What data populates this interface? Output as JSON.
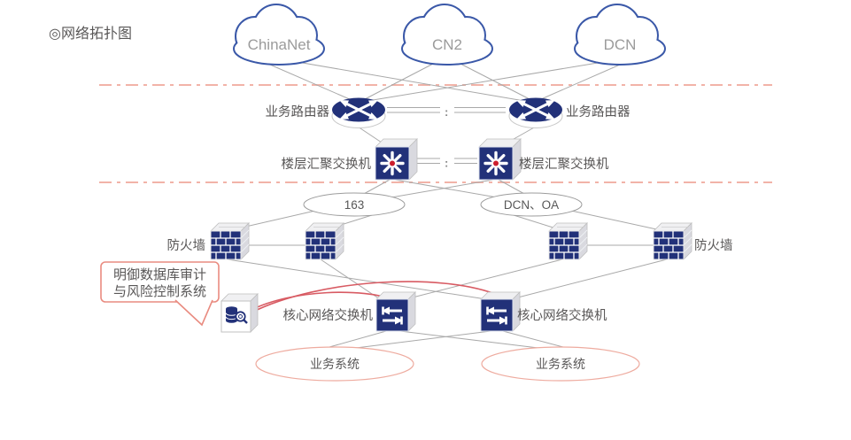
{
  "title": "◎网络拓扑图",
  "clouds": [
    {
      "label": "ChinaNet",
      "icon": "cloud-icon"
    },
    {
      "label": "CN2",
      "icon": "cloud-icon"
    },
    {
      "label": "DCN",
      "icon": "cloud-icon"
    }
  ],
  "layers": {
    "routers": {
      "left": {
        "label": "业务路由器",
        "icon": "router-icon"
      },
      "right": {
        "label": "业务路由器",
        "icon": "router-icon"
      },
      "link_separator": ":"
    },
    "floor_switches": {
      "left": {
        "label": "楼层汇聚交换机",
        "icon": "aggregation-switch-icon"
      },
      "right": {
        "label": "楼层汇聚交换机",
        "icon": "aggregation-switch-icon"
      },
      "link_separator": ":"
    },
    "zones": [
      {
        "label": "163"
      },
      {
        "label": "DCN、OA"
      }
    ],
    "firewalls": {
      "left_label": "防火墙",
      "right_label": "防火墙",
      "icon": "firewall-brick-icon"
    },
    "core_switches": {
      "left": {
        "label": "核心网络交换机",
        "icon": "core-switch-icon"
      },
      "right": {
        "label": "核心网络交换机",
        "icon": "core-switch-icon"
      }
    },
    "business_systems": [
      {
        "label": "业务系统"
      },
      {
        "label": "业务系统"
      }
    ]
  },
  "callout": {
    "line1": "明御数据库审计",
    "line2": "与风险控制系统",
    "target_icon": "database-audit-appliance-icon"
  },
  "colors": {
    "navy": "#223179",
    "cloud_stroke": "#3a58a8",
    "line_gray": "#a9a9a9",
    "dash_line": "#f2b3a8",
    "callout_border": "#e98b80",
    "red_link": "#d85b63",
    "business_ellipse": "#eeab9f",
    "zone_ellipse": "#9c9c9c",
    "text_dark": "#595757",
    "cloud_text": "#9b9b9b",
    "star_center_red": "#cc1f2f"
  }
}
